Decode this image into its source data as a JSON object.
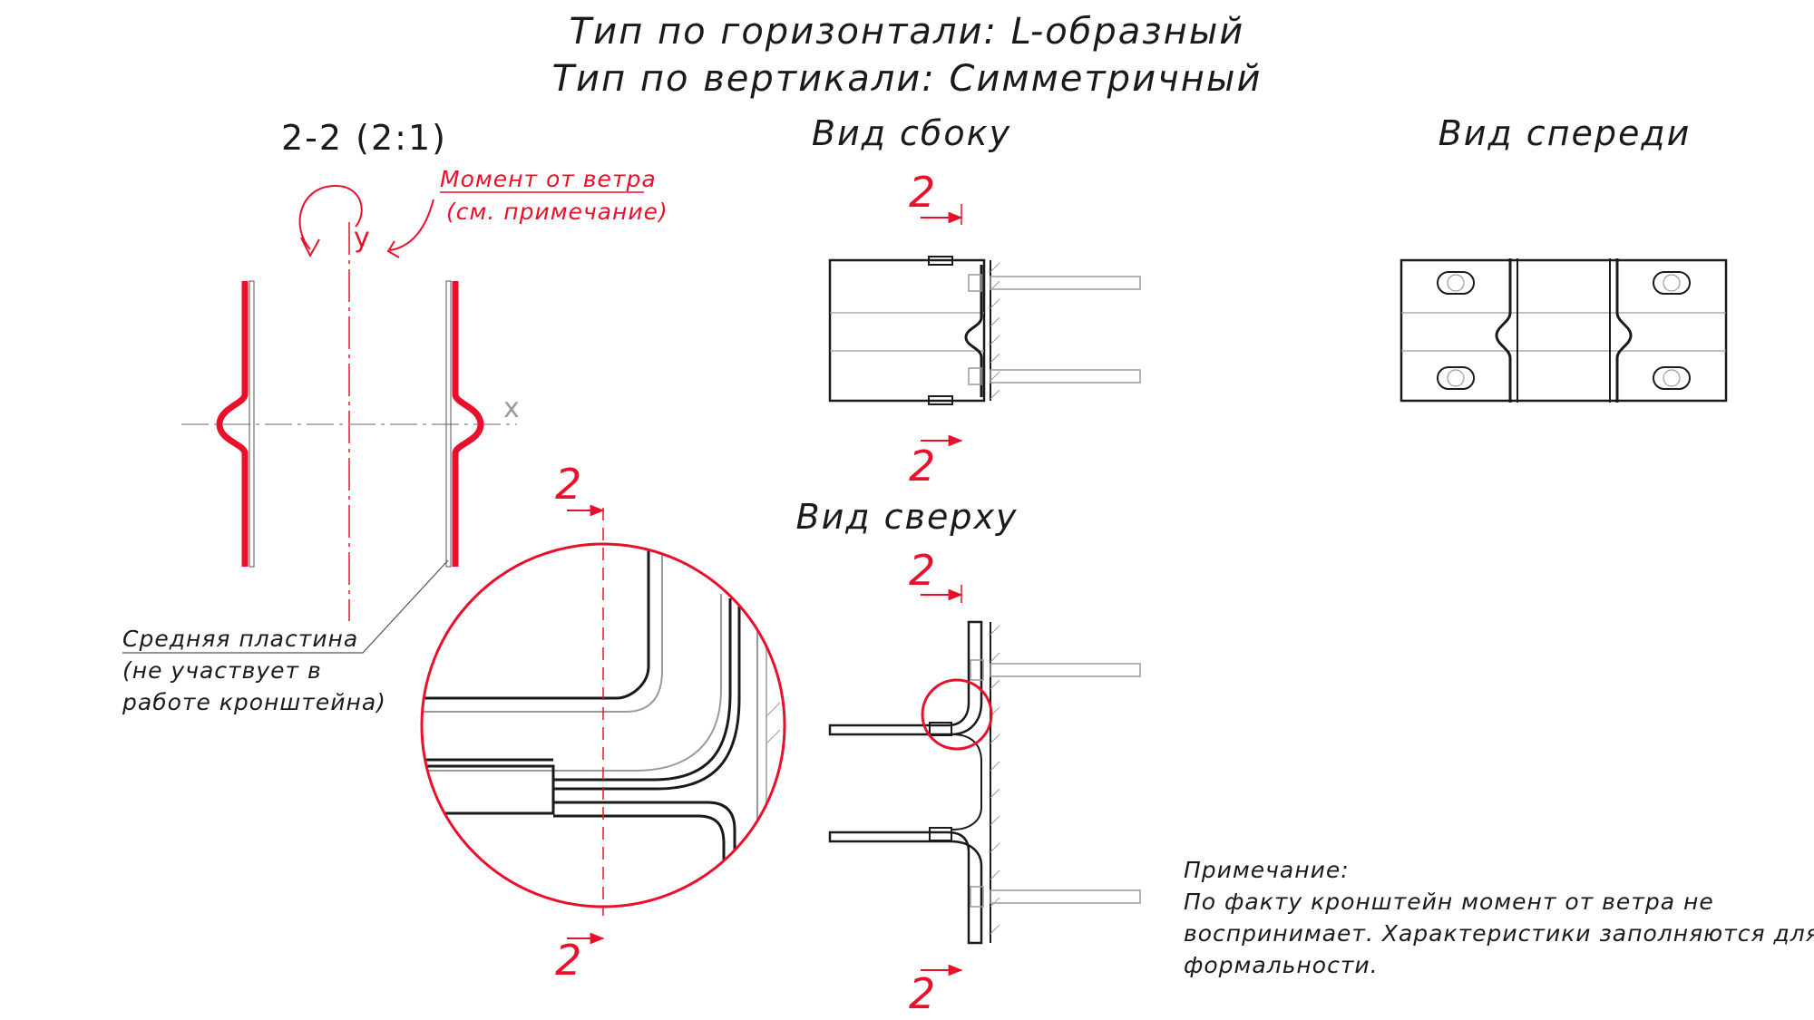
{
  "header": {
    "horizontal_type": "Тип по горизонтали: L-образный",
    "vertical_type": "Тип по вертикали: Симметричный"
  },
  "section": {
    "title": "2-2 (2:1)",
    "moment_line1": "Момент от ветра",
    "moment_line2": "(см. примечание)",
    "axis_y": "y",
    "axis_x": "x",
    "plate_line1": "Средняя пластина",
    "plate_line2": "(не участвует в",
    "plate_line3": "работе кронштейна)"
  },
  "views": {
    "side": "Вид сбоку",
    "front": "Вид спереди",
    "top": "Вид сверху"
  },
  "cut_mark": "2",
  "note": {
    "heading": "Примечание:",
    "line1": "По факту кронштейн момент от ветра не",
    "line2": "воспринимает. Характеристики заполняются для",
    "line3": "формальности."
  },
  "colors": {
    "accent_red": "#e8102a",
    "line_black": "#1a1a1a",
    "line_gray": "#9a9a9a"
  }
}
